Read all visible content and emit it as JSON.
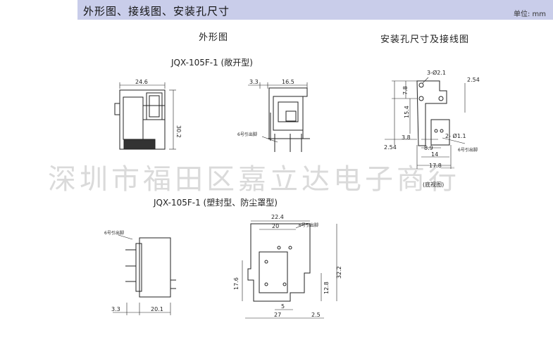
{
  "header": {
    "title": "外形图、接线图、安装孔尺寸",
    "unit": "单位: mm"
  },
  "sections": {
    "outline_heading": "外形图",
    "install_heading": "安装孔尺寸及接线图"
  },
  "models": {
    "open": "JQX-105F-1 (敞开型)",
    "sealed": "JQX-105F-1 (塑封型、防尘罩型)"
  },
  "watermark": "深圳市福田区嘉立达电子商行",
  "dims_open_front": {
    "width": "24.6",
    "height": "30.2"
  },
  "dims_open_side": {
    "d1": "3.3",
    "d2": "16.5",
    "pin_note": "6号引出脚"
  },
  "dims_install": {
    "holes": "3-Ø2.1",
    "pitch_right": "2.54",
    "v1": "7.8",
    "v2": "15.4",
    "pins": "2- Ø1.1",
    "h1": "3.8",
    "h2": "8.9",
    "h3": "14",
    "h4": "17.8",
    "left_pitch": "2.54",
    "pin_note": "6号引出脚",
    "bottom_view": "(底视图)"
  },
  "dims_sealed_side": {
    "pin_note": "6号引出脚",
    "d1": "3.3",
    "d2": "20.1"
  },
  "dims_sealed_bottom": {
    "w1": "22.4",
    "w2": "20",
    "pin_note": "6号引出脚",
    "h_left": "17.6",
    "h_right": "32.2",
    "h_small": "12.8",
    "w_small": "5",
    "w_bottom": "27",
    "w_edge": "2.5"
  }
}
